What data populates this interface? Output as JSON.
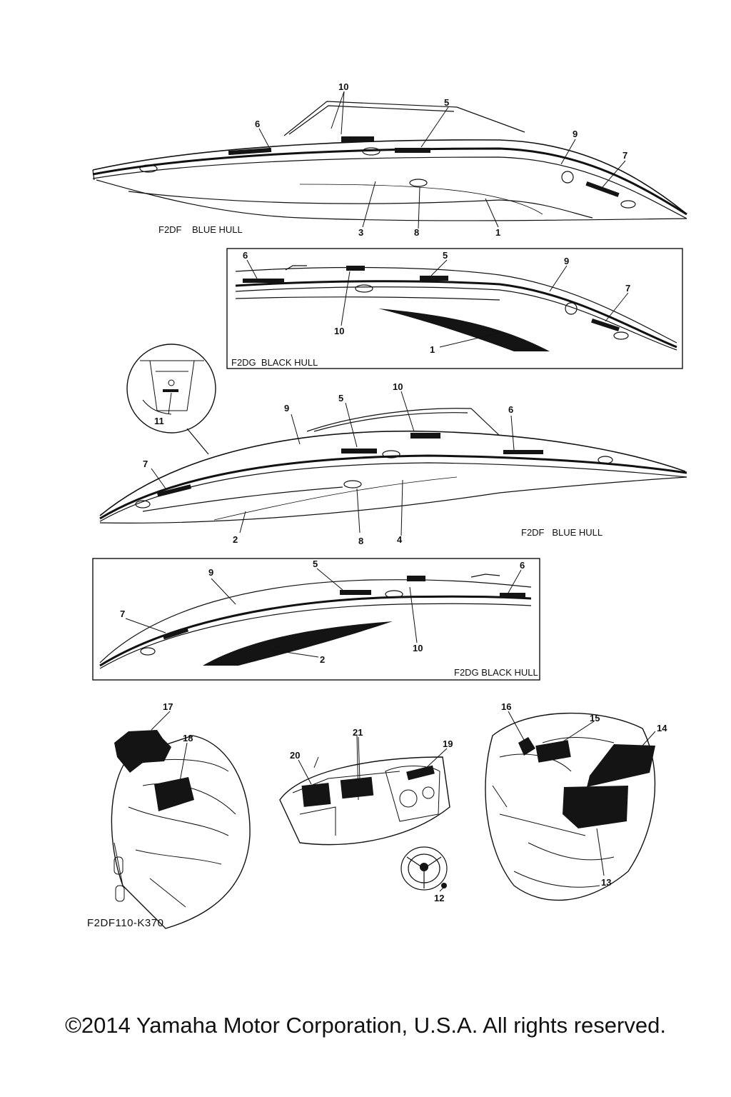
{
  "diagram_code": "F2DF110-K370",
  "copyright": "©2014 Yamaha Motor Corporation, U.S.A. All rights reserved.",
  "views": {
    "blue_hull_left_caption": "F2DF    BLUE HULL",
    "black_hull_left_caption": "F2DG  BLACK HULL",
    "blue_hull_right_caption": "F2DF   BLUE HULL",
    "black_hull_right_caption": "F2DG BLACK HULL"
  },
  "callouts": {
    "view1": [
      "10",
      "5",
      "6",
      "9",
      "7",
      "3",
      "8",
      "1"
    ],
    "view2": [
      "6",
      "5",
      "9",
      "7",
      "10",
      "1"
    ],
    "detail": [
      "11"
    ],
    "view3": [
      "10",
      "9",
      "5",
      "6",
      "7",
      "2",
      "8",
      "4"
    ],
    "view4": [
      "9",
      "5",
      "6",
      "7",
      "10",
      "2"
    ],
    "interior": [
      "17",
      "18",
      "21",
      "20",
      "19",
      "12",
      "16",
      "15",
      "14",
      "13"
    ]
  },
  "colors": {
    "ink": "#111111",
    "decal": "#141414",
    "paper": "#ffffff"
  }
}
